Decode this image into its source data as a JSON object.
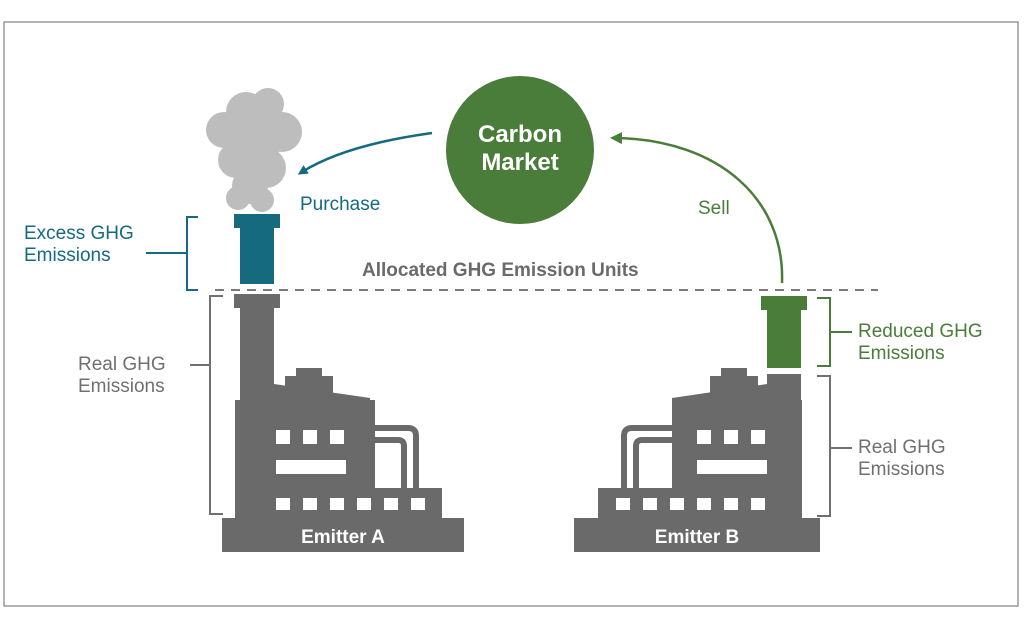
{
  "market": {
    "line1": "Carbon",
    "line2": "Market"
  },
  "arrows": {
    "purchase": "Purchase",
    "sell": "Sell"
  },
  "threshold": {
    "label": "Allocated GHG Emission Units"
  },
  "emitter_a": {
    "name": "Emitter A",
    "excess_line1": "Excess GHG",
    "excess_line2": "Emissions",
    "real_line1": "Real GHG",
    "real_line2": "Emissions"
  },
  "emitter_b": {
    "name": "Emitter B",
    "reduced_line1": "Reduced GHG",
    "reduced_line2": "Emissions",
    "real_line1": "Real GHG",
    "real_line2": "Emissions"
  },
  "colors": {
    "teal": "#156a80",
    "green": "#4a7c3a",
    "gray": "#6a6a6a",
    "smoke": "#bdbdbd",
    "frame": "#9a9a9a",
    "label_gray": "#707070"
  }
}
